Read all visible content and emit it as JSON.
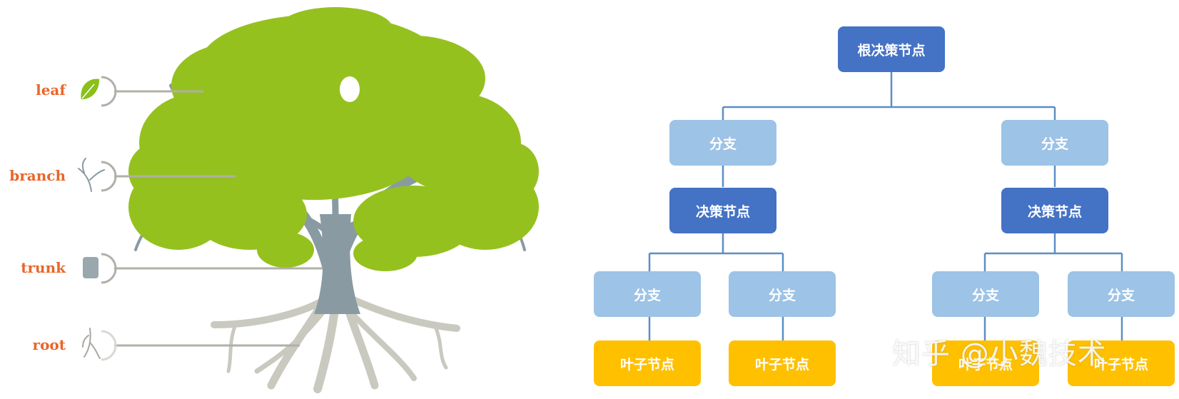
{
  "tree_labels": {
    "leaf": "leaf",
    "branch": "branch",
    "trunk": "trunk",
    "root": "root"
  },
  "decision_tree": {
    "root": "根决策节点",
    "left": {
      "branch": "分支",
      "decision": "决策节点",
      "children": [
        {
          "branch": "分支",
          "leaf": "叶子节点"
        },
        {
          "branch": "分支",
          "leaf": "叶子节点"
        }
      ]
    },
    "right": {
      "branch": "分支",
      "decision": "决策节点",
      "children": [
        {
          "branch": "分支",
          "leaf": "叶子节点"
        },
        {
          "branch": "分支",
          "leaf": "叶子节点"
        }
      ]
    }
  },
  "watermark": "知乎 @小魏技术",
  "colors": {
    "decision_node": "#4472c4",
    "branch_node": "#9dc3e6",
    "leaf_node": "#ffc000",
    "connector": "#5b8ec6",
    "label_orange": "#e8662a",
    "foliage": "#95c11f",
    "trunk": "#8a9aa3",
    "roots": "#c7c7bd"
  }
}
